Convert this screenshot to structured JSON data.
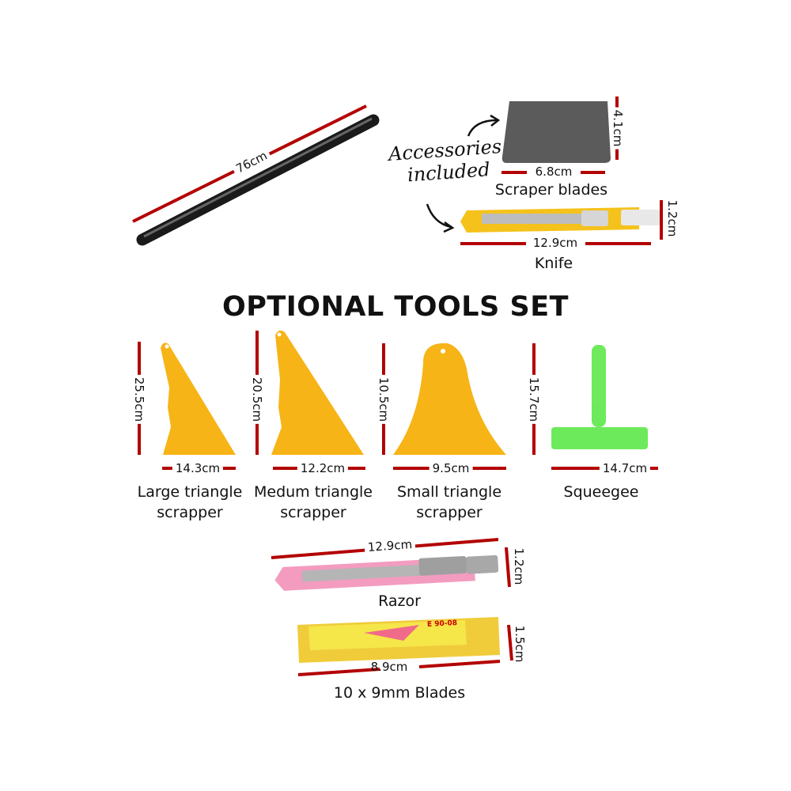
{
  "colors": {
    "dimension_line": "#b30000",
    "tool_yellow": "#f7b417",
    "squeegee_green": "#5ee84a",
    "razor_pink": "#f39cc0",
    "scraper_gray": "#5b5b5b"
  },
  "rod": {
    "length": "76cm"
  },
  "accessories": {
    "note_line1": "Accessories",
    "note_line2": "included",
    "scraper": {
      "name": "Scraper blades",
      "width": "6.8cm",
      "height": "4.1cm"
    },
    "knife": {
      "name": "Knife",
      "width": "12.9cm",
      "height": "1.2cm"
    }
  },
  "optional": {
    "title": "OPTIONAL TOOLS SET",
    "tools": [
      {
        "name_line1": "Large triangle",
        "name_line2": "scrapper",
        "height": "25.5cm",
        "width": "14.3cm"
      },
      {
        "name_line1": "Medum triangle",
        "name_line2": "scrapper",
        "height": "20.5cm",
        "width": "12.2cm"
      },
      {
        "name_line1": "Small triangle",
        "name_line2": "scrapper",
        "height": "10.5cm",
        "width": "9.5cm"
      },
      {
        "name_line1": "Squeegee",
        "name_line2": "",
        "height": "15.7cm",
        "width": "14.7cm"
      }
    ],
    "razor": {
      "name": "Razor",
      "width": "12.9cm",
      "height": "1.2cm"
    },
    "blades": {
      "name": "10 x 9mm Blades",
      "width": "8.9cm",
      "height": "1.5cm",
      "box_code": "E 90-08"
    }
  }
}
